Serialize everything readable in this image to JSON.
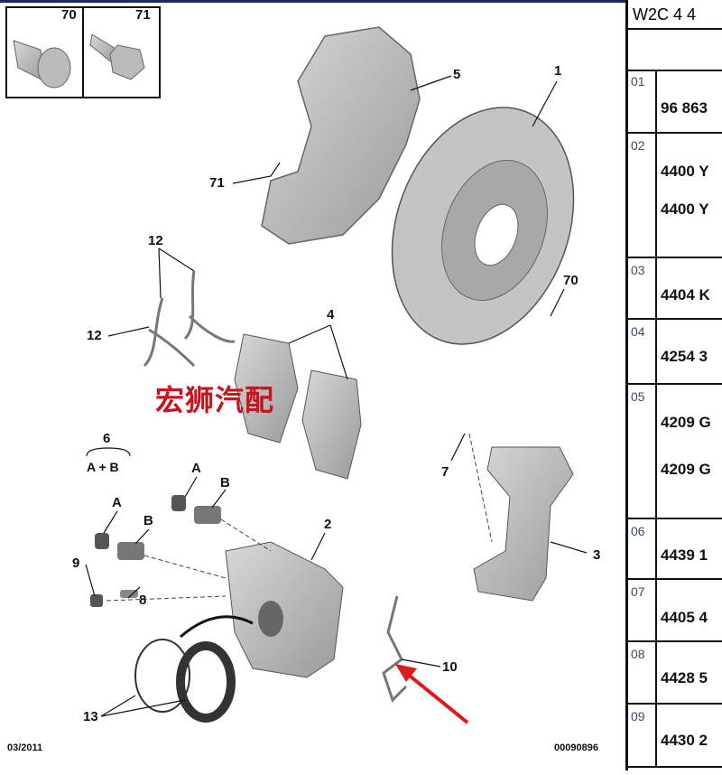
{
  "diagram": {
    "labels": {
      "l1": "1",
      "l2": "2",
      "l3": "3",
      "l4": "4",
      "l5": "5",
      "l6": "6",
      "l7": "7",
      "l8": "8",
      "l9": "9",
      "l10": "10",
      "l12a": "12",
      "l12b": "12",
      "l13": "13",
      "l70": "70",
      "l71": "71",
      "l70box": "70",
      "l71box": "71",
      "ab": "A + B",
      "a1": "A",
      "b1": "B",
      "a2": "A",
      "b2": "B"
    },
    "date": "03/2011",
    "code": "00090896",
    "watermark": "宏狮汽配",
    "arrow_color": "#e01818"
  },
  "table": {
    "header": "W2C 4 4",
    "rows": [
      {
        "num": "01",
        "refs": [
          "96 863"
        ]
      },
      {
        "num": "02",
        "refs": [
          "4400 Y",
          "4400 Y"
        ]
      },
      {
        "num": "03",
        "refs": [
          "4404 K"
        ]
      },
      {
        "num": "04",
        "refs": [
          "4254 3"
        ]
      },
      {
        "num": "05",
        "refs": [
          "4209 G",
          "4209 G"
        ]
      },
      {
        "num": "06",
        "refs": [
          "4439 1"
        ]
      },
      {
        "num": "07",
        "refs": [
          "4405 4"
        ]
      },
      {
        "num": "08",
        "refs": [
          "4428 5"
        ]
      },
      {
        "num": "09",
        "refs": [
          "4430 2"
        ]
      }
    ]
  }
}
